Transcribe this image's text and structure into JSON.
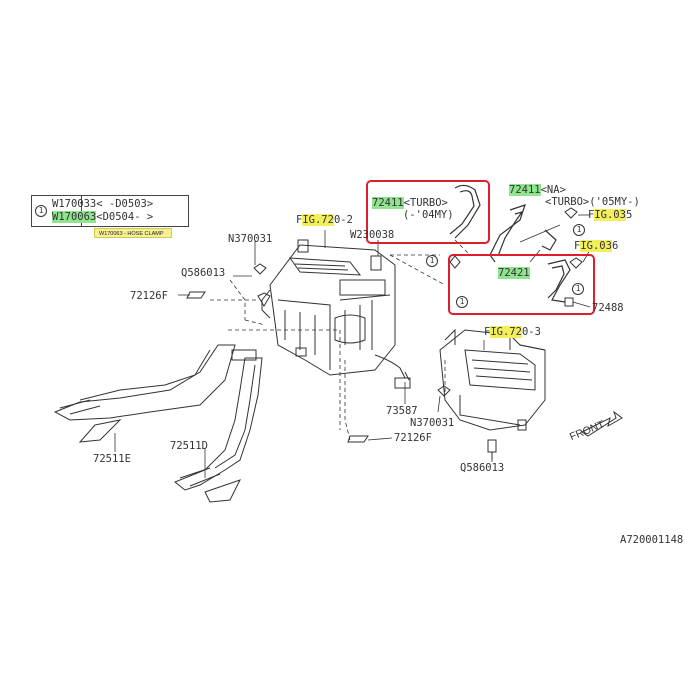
{
  "legend": {
    "circle_num": "1",
    "rows": [
      {
        "part": "W170033",
        "range": "<  -D0503>"
      },
      {
        "part": "W170063",
        "range": "<D0504-  >"
      }
    ],
    "note": "W170063 - HOSE CLAMP"
  },
  "callouts": {
    "fig_720_2": {
      "pre": "F",
      "hl": "IG.72",
      "post": "0-2"
    },
    "fig_720_3": {
      "pre": "F",
      "hl": "IG.72",
      "post": "0-3"
    },
    "fig_035": {
      "pre": "F",
      "hl": "IG.03",
      "post": "5"
    },
    "fig_036": {
      "pre": "F",
      "hl": "IG.03",
      "post": "6"
    },
    "hose_turbo_04": {
      "part": "72411",
      "spec1": "<TURBO>",
      "spec2": "(-'04MY)"
    },
    "hose_na": {
      "part": "72411",
      "spec1": "<NA>",
      "spec2": "<TURBO>('05MY-)"
    },
    "hose_72421": {
      "part": "72421"
    },
    "n370031_top": "N370031",
    "n370031_bottom": "N370031",
    "w230038": "W230038",
    "q586013_left": "Q586013",
    "q586013_bottom": "Q586013",
    "p72126f_left": "72126F",
    "p72126f_bottom": "72126F",
    "p72488": "72488",
    "p73587": "73587",
    "p72511e": "72511E",
    "p72511d": "72511D",
    "front": "FRONT",
    "diagram_id": "A720001148",
    "circle_1": "1"
  },
  "colors": {
    "highlight_green": "#8ee58e",
    "highlight_yellow": "#f3ef5a",
    "box_red": "#e01d2a",
    "line": "#333333"
  }
}
